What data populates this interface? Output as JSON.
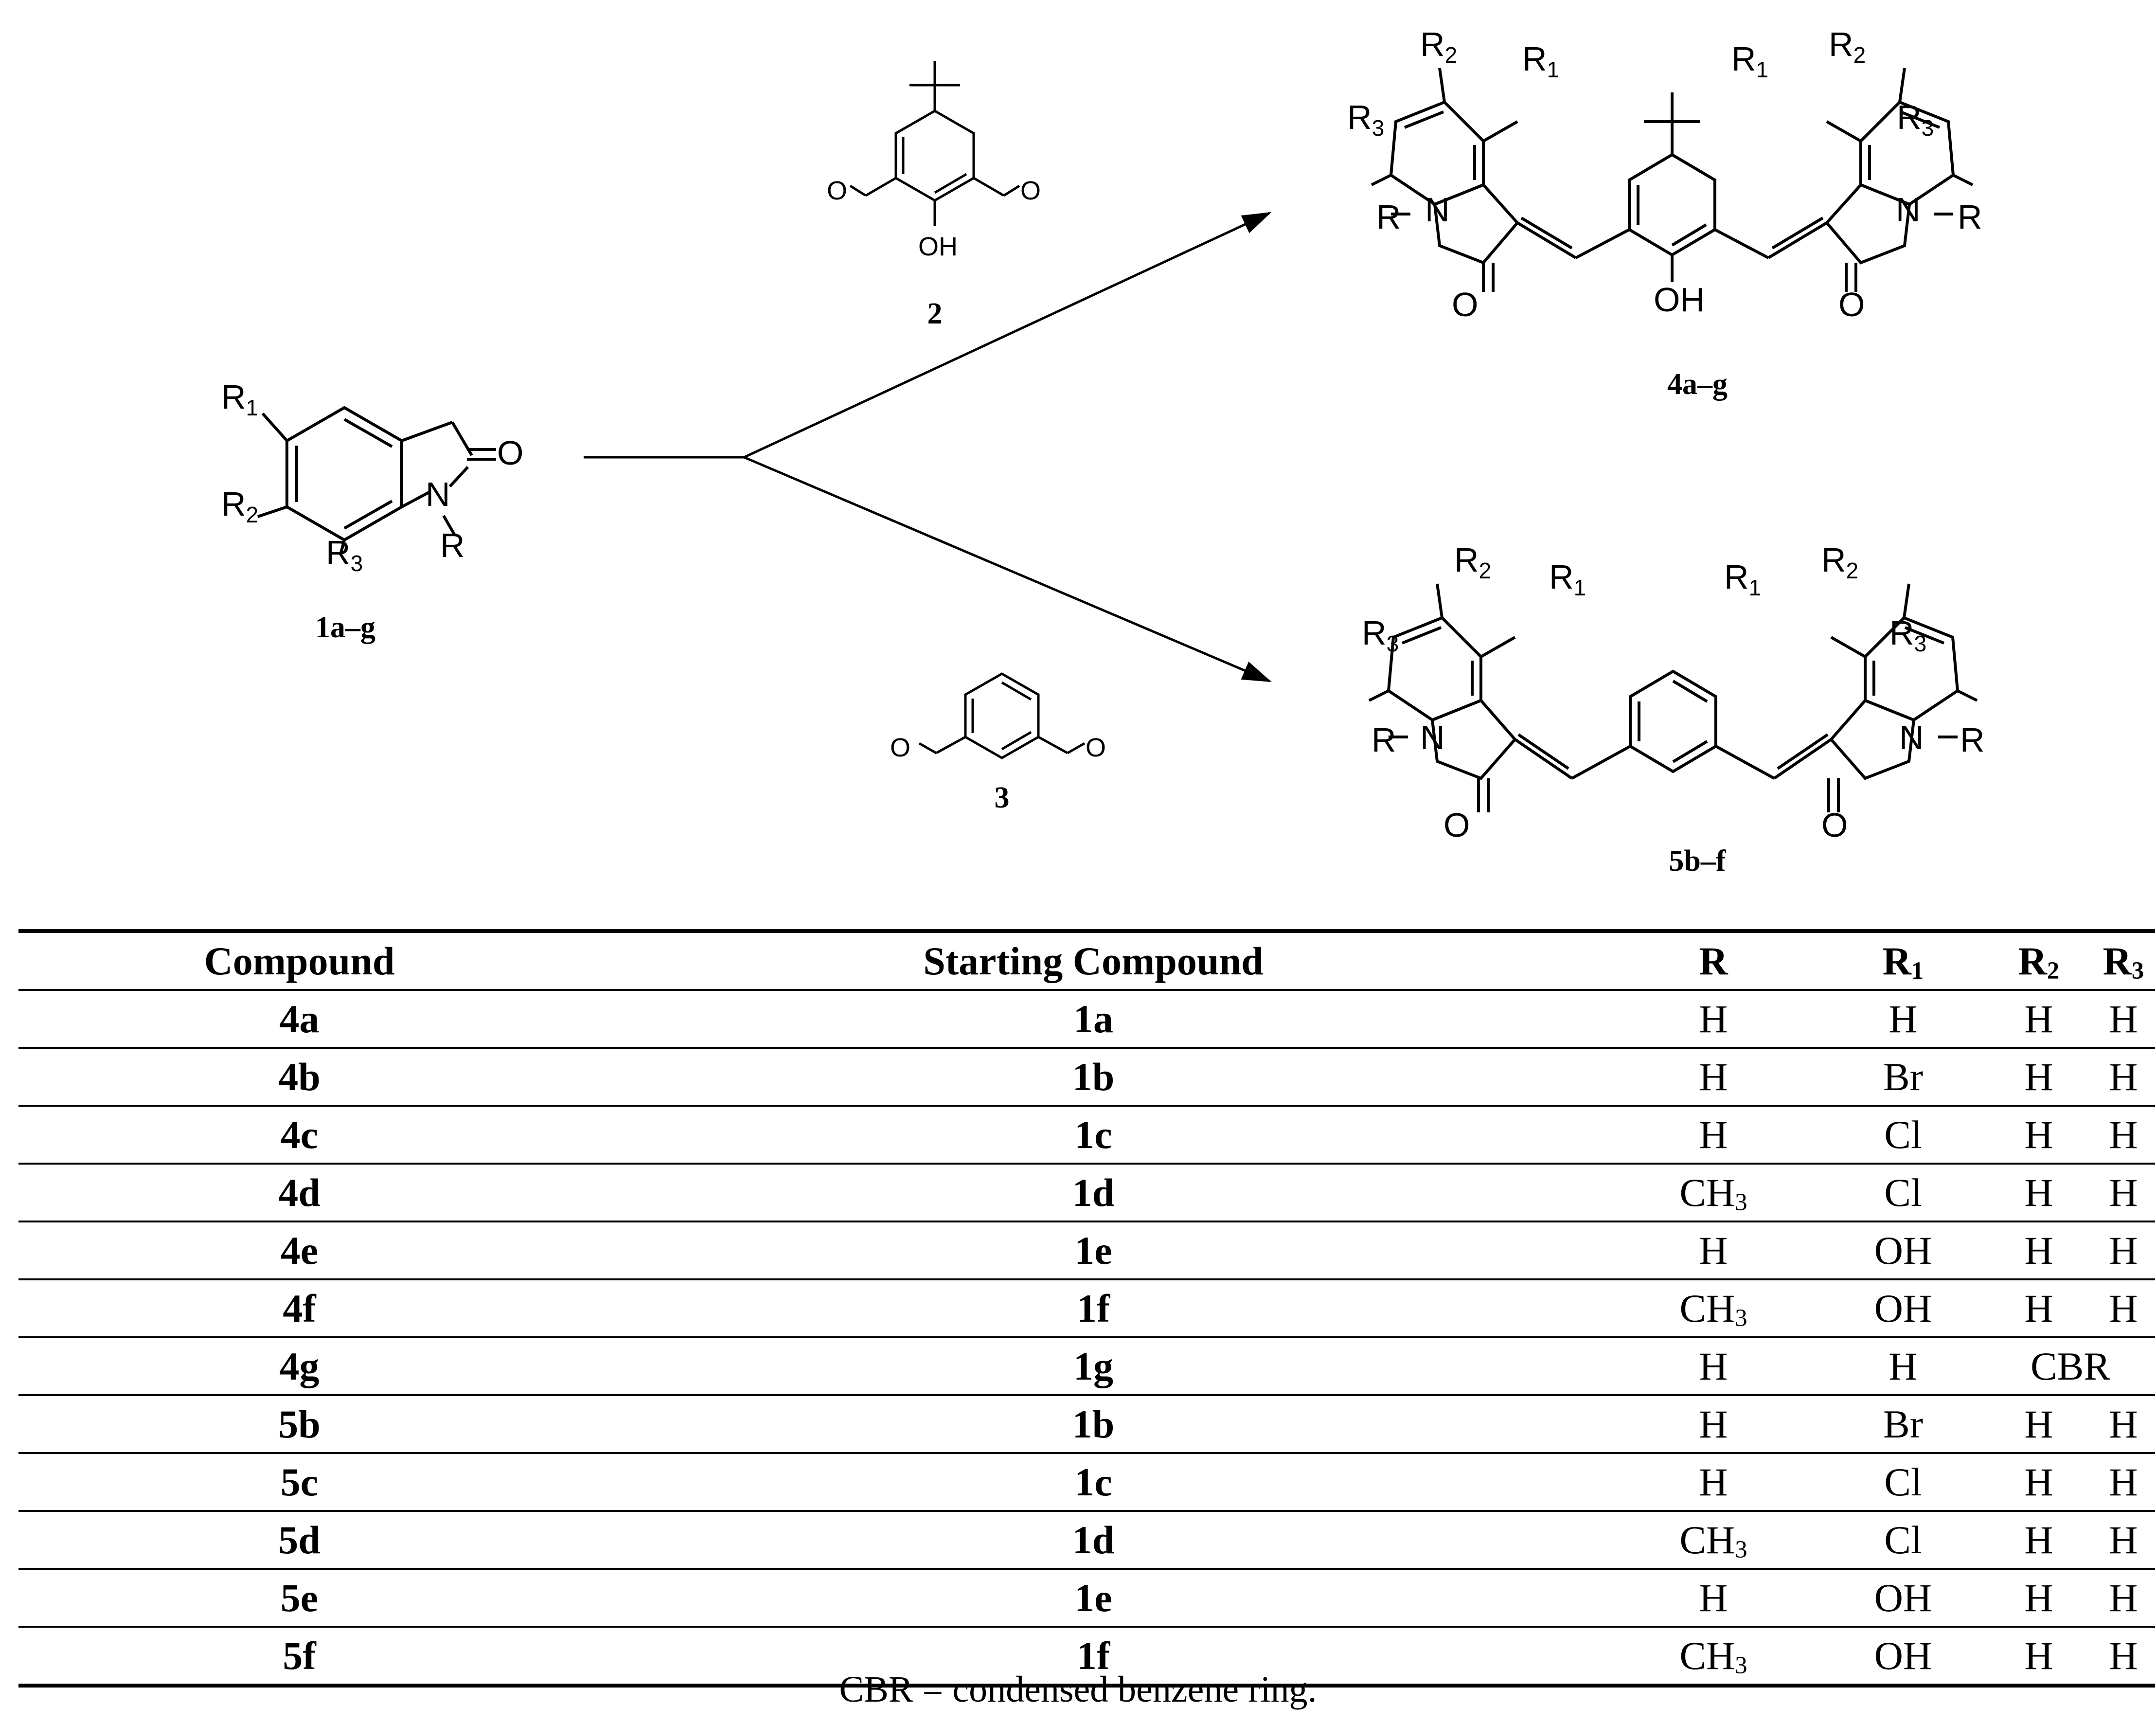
{
  "scheme": {
    "compound_labels": {
      "c1": "1a–g",
      "c2": "2",
      "c3": "3",
      "c4": "4a–g",
      "c5": "5b–f"
    },
    "atoms": {
      "O": "O",
      "OH": "OH",
      "N": "N",
      "R": "R",
      "R1": "R",
      "R1_sub": "1",
      "R2": "R",
      "R2_sub": "2",
      "R3": "R",
      "R3_sub": "3"
    }
  },
  "table": {
    "headers": {
      "compound": "Compound",
      "starting": "Starting Compound",
      "r": "R",
      "r1": "R",
      "r1_sub": "1",
      "r2": "R",
      "r2_sub": "2",
      "r3": "R",
      "r3_sub": "3"
    },
    "rows": [
      {
        "compound": "4a",
        "starting": "1a",
        "r": "H",
        "r_sub": "",
        "r1": "H",
        "r2": "H",
        "r3": "H"
      },
      {
        "compound": "4b",
        "starting": "1b",
        "r": "H",
        "r_sub": "",
        "r1": "Br",
        "r2": "H",
        "r3": "H"
      },
      {
        "compound": "4c",
        "starting": "1c",
        "r": "H",
        "r_sub": "",
        "r1": "Cl",
        "r2": "H",
        "r3": "H"
      },
      {
        "compound": "4d",
        "starting": "1d",
        "r": "CH",
        "r_sub": "3",
        "r1": "Cl",
        "r2": "H",
        "r3": "H"
      },
      {
        "compound": "4e",
        "starting": "1e",
        "r": "H",
        "r_sub": "",
        "r1": "OH",
        "r2": "H",
        "r3": "H"
      },
      {
        "compound": "4f",
        "starting": "1f",
        "r": "CH",
        "r_sub": "3",
        "r1": "OH",
        "r2": "H",
        "r3": "H"
      },
      {
        "compound": "4g",
        "starting": "1g",
        "r": "H",
        "r_sub": "",
        "r1": "H",
        "r23": "CBR"
      },
      {
        "compound": "5b",
        "starting": "1b",
        "r": "H",
        "r_sub": "",
        "r1": "Br",
        "r2": "H",
        "r3": "H"
      },
      {
        "compound": "5c",
        "starting": "1c",
        "r": "H",
        "r_sub": "",
        "r1": "Cl",
        "r2": "H",
        "r3": "H"
      },
      {
        "compound": "5d",
        "starting": "1d",
        "r": "CH",
        "r_sub": "3",
        "r1": "Cl",
        "r2": "H",
        "r3": "H"
      },
      {
        "compound": "5e",
        "starting": "1e",
        "r": "H",
        "r_sub": "",
        "r1": "OH",
        "r2": "H",
        "r3": "H"
      },
      {
        "compound": "5f",
        "starting": "1f",
        "r": "CH",
        "r_sub": "3",
        "r1": "OH",
        "r2": "H",
        "r3": "H"
      }
    ],
    "footnote": "CBR = condensed benzene ring."
  }
}
